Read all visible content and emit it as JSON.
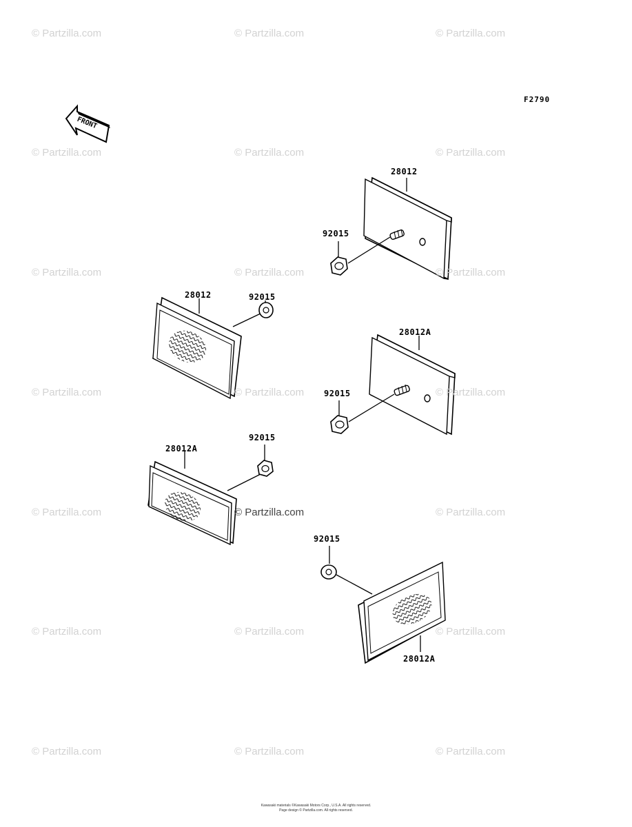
{
  "watermark": "© Partzilla.com",
  "figure_code": "F2790",
  "front_arrow_label": "FRONT",
  "part_labels": [
    "28012",
    "92015",
    "28012",
    "92015",
    "28012A",
    "92015",
    "28012A",
    "92015",
    "92015",
    "28012A"
  ],
  "footer": {
    "line1": "Kawasaki materials ©Kawasaki Motors Corp., U.S.A. All rights reserved.",
    "line2": "Page design © Partzilla.com. All rights reserved."
  }
}
